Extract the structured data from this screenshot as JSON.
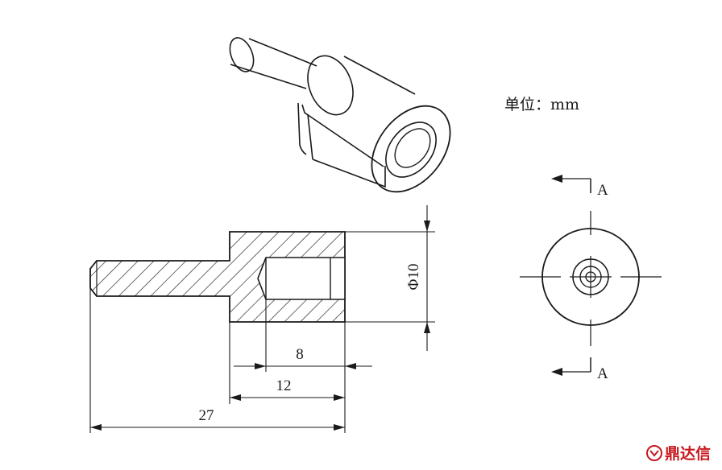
{
  "drawing": {
    "unit_label": "单位：mm",
    "section_label_top": "A",
    "section_label_bottom": "A",
    "dimensions": {
      "diameter": "Φ10",
      "bore_depth": "8",
      "head_length": "12",
      "total_length": "27"
    }
  },
  "watermark": {
    "brand": "鼎达信",
    "color": "#c8181e"
  }
}
